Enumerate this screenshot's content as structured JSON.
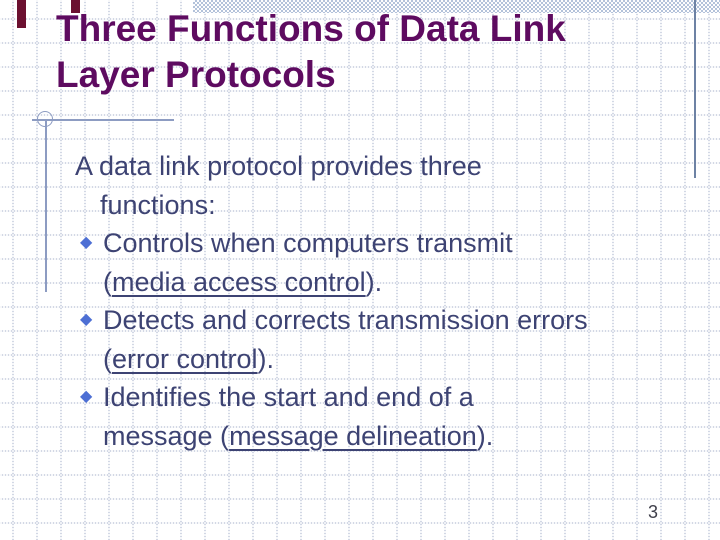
{
  "colors": {
    "title-color": "#5e0b60",
    "body-color": "#3d4373",
    "bullet-color": "#4d6fd4",
    "grid-dot-color": "#c6cdde",
    "ornament-line-color": "#8d9cc2",
    "right-line-color": "#6d82a4",
    "band-color": "#b3c2da",
    "tick-color": "#6b1030",
    "page-number-color": "#3f3f4a"
  },
  "slide": {
    "title_line1": "Three Functions of Data Link",
    "title_line2": "Layer Protocols",
    "page_number": "3"
  },
  "body": {
    "bullet_glyph": "◆",
    "intro_line1": "A data link protocol provides three",
    "intro_line2": "functions:",
    "bullets": [
      {
        "line1": "Controls when computers transmit",
        "line2_pre": "(",
        "line2_underlined": "media access control",
        "line2_post": ")."
      },
      {
        "line1": "Detects and corrects transmission errors",
        "line2_pre": "(",
        "line2_underlined": "error control",
        "line2_post": ")."
      },
      {
        "line1": "Identifies the start and end of a",
        "line2_pre": "message (",
        "line2_underlined": "message delineation",
        "line2_post": ")."
      }
    ]
  }
}
